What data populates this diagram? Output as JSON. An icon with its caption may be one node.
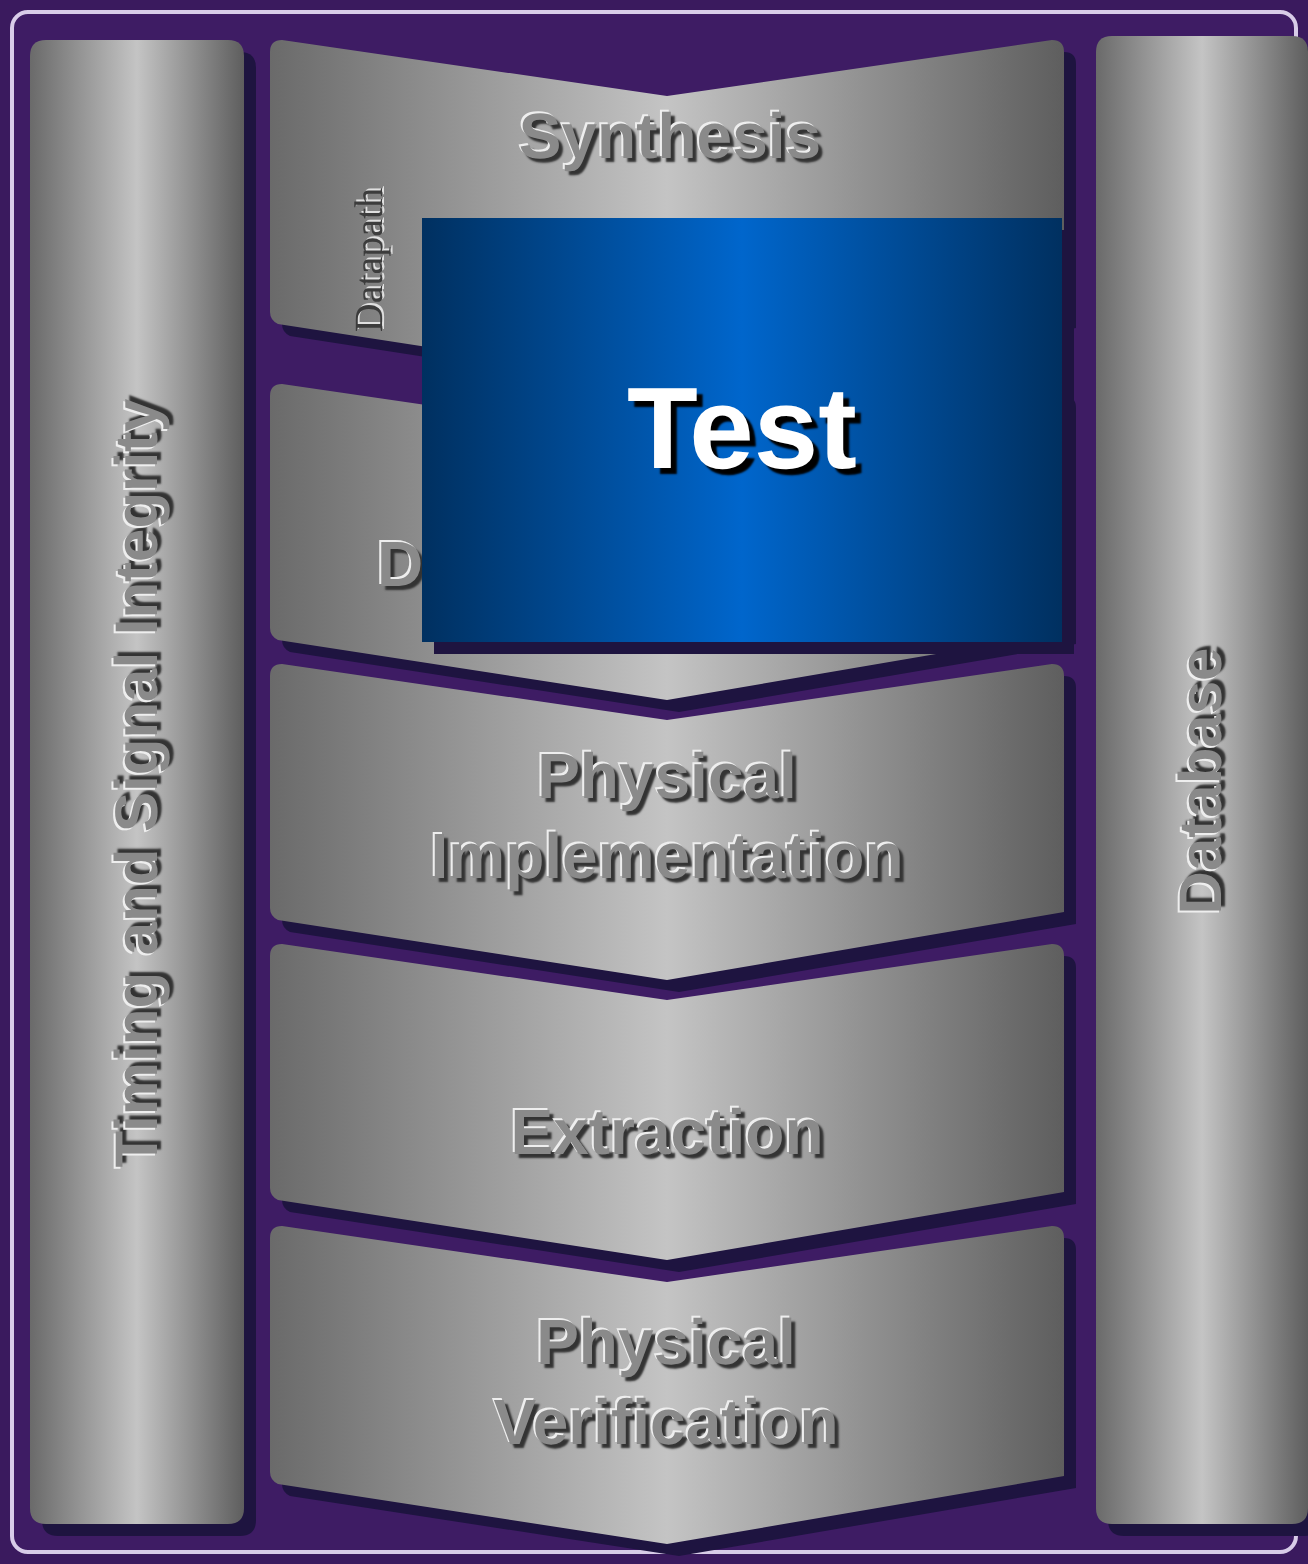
{
  "diagram": {
    "nodes": [
      {
        "text": [
          "Timing and Signal Integrity"
        ]
      },
      {
        "text": [
          "Synthesis",
          "Datapath"
        ]
      },
      {
        "text": [
          "D"
        ]
      },
      {
        "text": [
          "Physical Implementation"
        ]
      },
      {
        "text": [
          "Extraction"
        ]
      },
      {
        "text": [
          "Physical Verification"
        ]
      },
      {
        "text": [
          "Database"
        ]
      },
      {
        "text": [
          "Test"
        ]
      }
    ]
  }
}
